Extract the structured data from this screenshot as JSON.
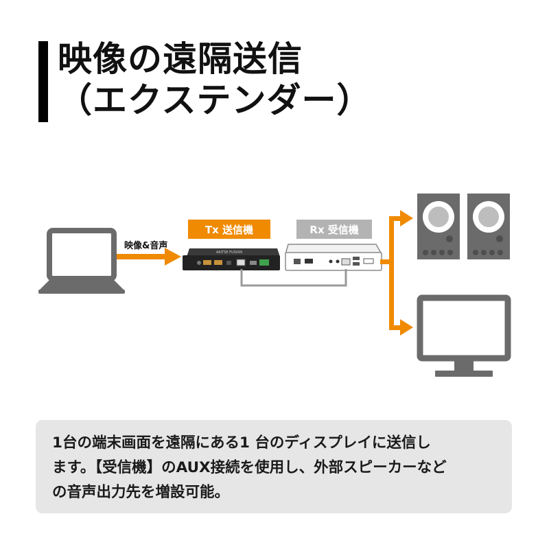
{
  "title": {
    "line1": "映像の遠隔送信",
    "line2": "（エクステンダー）"
  },
  "diagram": {
    "laptop_label": "映像&音声",
    "tx_label": "Tx 送信機",
    "rx_label": "Rx 受信機",
    "tx_brand": "AKITSE FUSION",
    "colors": {
      "accent": "#f08a00",
      "device_gray": "#6b6b6b",
      "cable": "#999999",
      "tx_body": "#222222"
    },
    "icons": [
      "laptop-icon",
      "tx-transmitter-device",
      "rx-receiver-device",
      "speaker-icon",
      "speaker-icon",
      "monitor-icon"
    ]
  },
  "caption": {
    "line1": "1台の端末画面を遠隔にある1 台のディスプレイに送信し",
    "line2": "ます。【受信機】のAUX接続を使用し、外部スピーカーなど",
    "line3": "の音声出力先を増設可能。"
  }
}
